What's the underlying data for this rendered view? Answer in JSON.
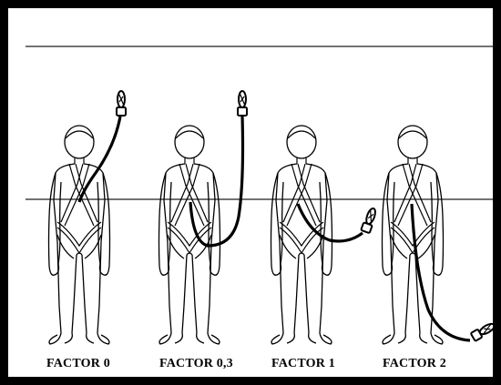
{
  "figure": {
    "labels": [
      "FACTOR 0",
      "FACTOR 0,3",
      "FACTOR 1",
      "FACTOR 2"
    ]
  }
}
